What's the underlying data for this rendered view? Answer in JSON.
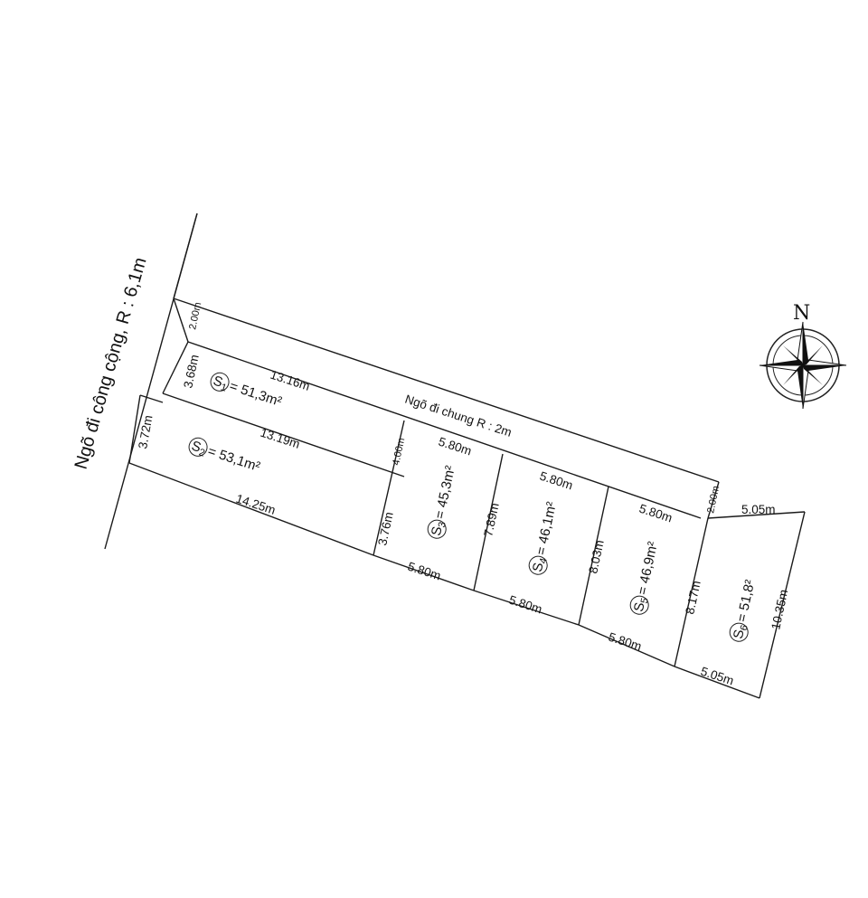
{
  "main_road": {
    "label": "Ngõ đi công cộng, R : 6,1m"
  },
  "shared_lane": {
    "label": "Ngõ đi chung R : 2m"
  },
  "compass": {
    "label": "N"
  },
  "dimensions": {
    "lane_width_left": "2.00m",
    "lane_width_right": "2.00m",
    "p1_left": "3.68m",
    "p1_top": "13.16m",
    "p2_left": "3.72m",
    "p2_top": "13.19m",
    "p2_bottom": "14.25m",
    "p2_right_upper": "4.00m",
    "p2_right_lower": "3.76m",
    "p3_top": "5.80m",
    "p3_right": "7.89m",
    "p3_bottom": "5.80m",
    "p4_top": "5.80m",
    "p4_right": "8.03m",
    "p4_bottom": "5.80m",
    "p5_top": "5.80m",
    "p5_right": "8.17m",
    "p5_bottom": "5.80m",
    "p6_top": "5.05m",
    "p6_right": "10.35m",
    "p6_bottom": "5.05m"
  },
  "plots": [
    {
      "id": "S",
      "sub": "1",
      "area": "= 51,3m²"
    },
    {
      "id": "S",
      "sub": "2",
      "area": "= 53,1m²"
    },
    {
      "id": "S",
      "sub": "3",
      "area": "= 45,3m²"
    },
    {
      "id": "S",
      "sub": "4",
      "area": "= 46,1m²"
    },
    {
      "id": "S",
      "sub": "5",
      "area": "= 46,9m²"
    },
    {
      "id": "S",
      "sub": "6",
      "area": "= 51,8²"
    }
  ]
}
